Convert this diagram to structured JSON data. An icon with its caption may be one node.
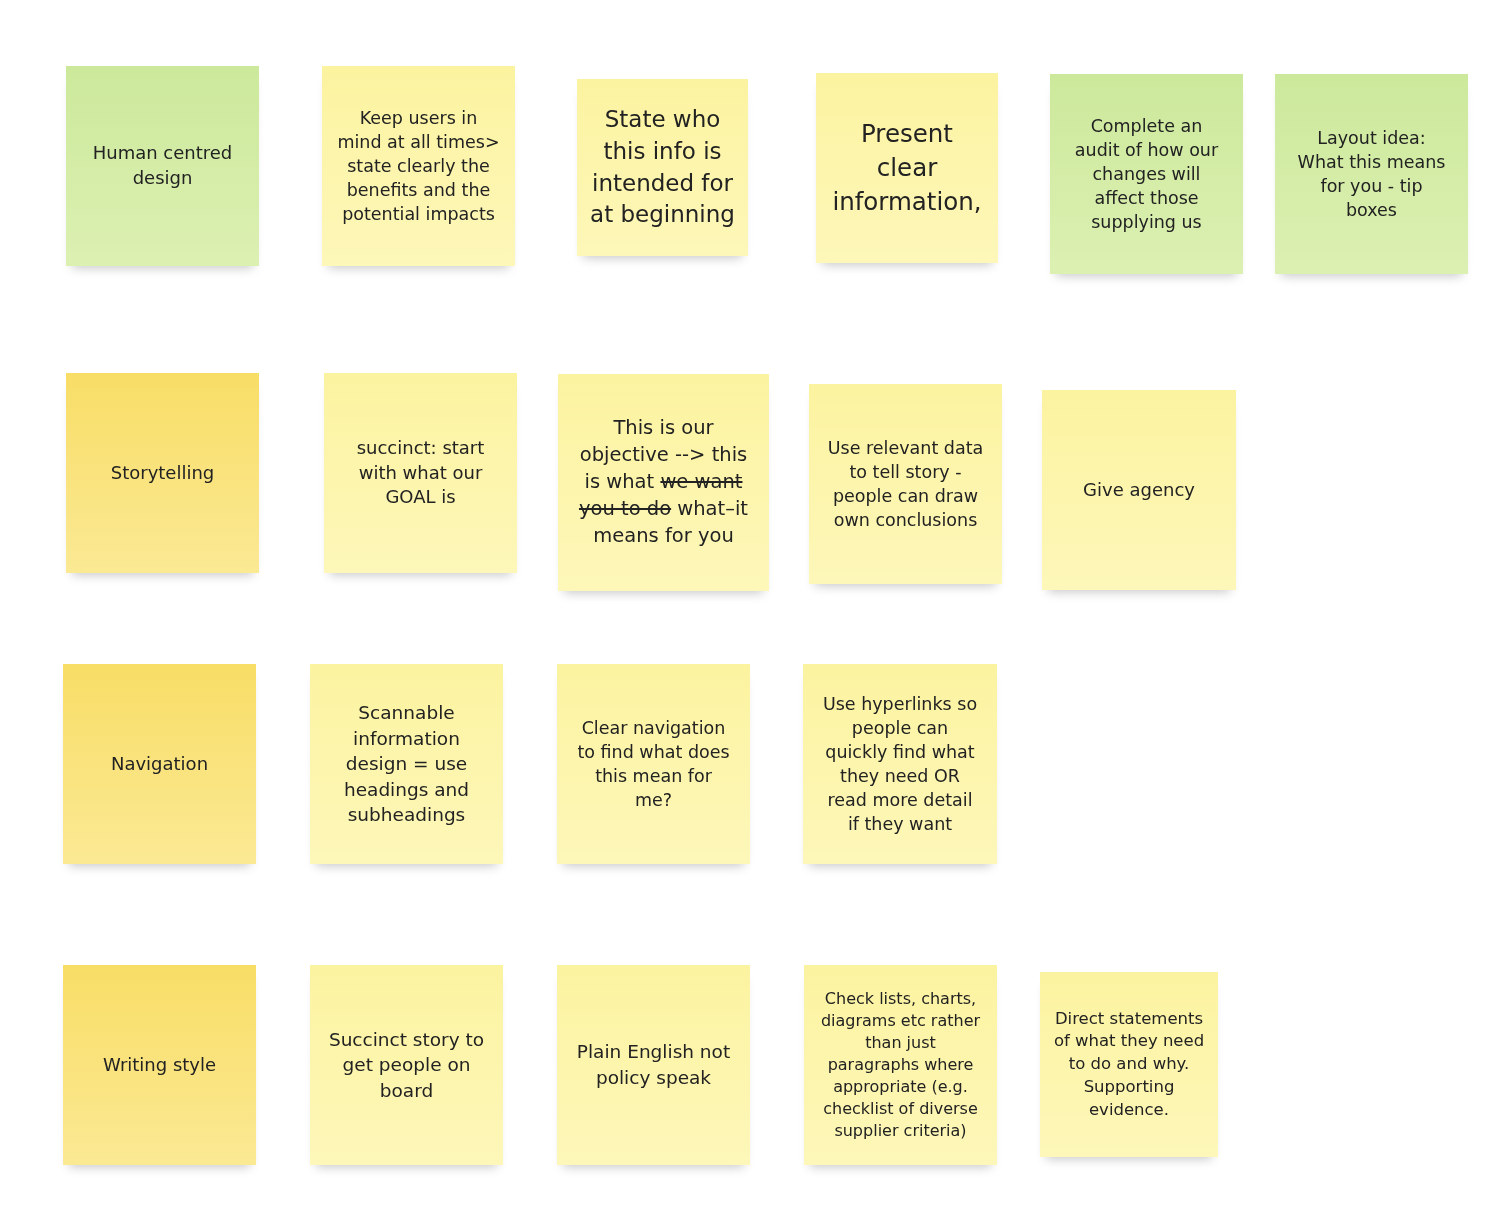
{
  "diagram": {
    "nodes": [
      {
        "text": [
          "Human centred design"
        ]
      },
      {
        "text": [
          "Keep users in mind at all times> state clearly the benefits and the potential impacts"
        ]
      },
      {
        "text": [
          "State who this info is intended for at beginning"
        ]
      },
      {
        "text": [
          "Present clear information,"
        ]
      },
      {
        "text": [
          "Complete an audit of how our changes will affect those supplying us"
        ]
      },
      {
        "text": [
          "Layout idea: What this means for you - tip boxes"
        ]
      },
      {
        "text": [
          "Storytelling"
        ]
      },
      {
        "text": [
          "succinct: start with what our GOAL is"
        ]
      },
      {
        "text": [
          "This is our objective --> this is what we want you to do what–it means for you"
        ]
      },
      {
        "text": [
          "Use relevant data to tell story - people can draw own conclusions"
        ]
      },
      {
        "text": [
          "Give agency"
        ]
      },
      {
        "text": [
          "Navigation"
        ]
      },
      {
        "text": [
          "Scannable information design = use headings and subheadings"
        ]
      },
      {
        "text": [
          "Clear navigation to find what does this mean for me?"
        ]
      },
      {
        "text": [
          "Use hyperlinks so people can quickly find what they need OR read more detail if they want"
        ]
      },
      {
        "text": [
          "Writing style"
        ]
      },
      {
        "text": [
          "Succinct story to get people on board"
        ]
      },
      {
        "text": [
          "Plain English not policy speak"
        ]
      },
      {
        "text": [
          "Check lists, charts, diagrams etc rather than just paragraphs where appropriate (e.g. checklist of diverse supplier criteria)"
        ]
      },
      {
        "text": [
          "Direct statements of what they need to do and why. Supporting evidence."
        ]
      }
    ]
  }
}
